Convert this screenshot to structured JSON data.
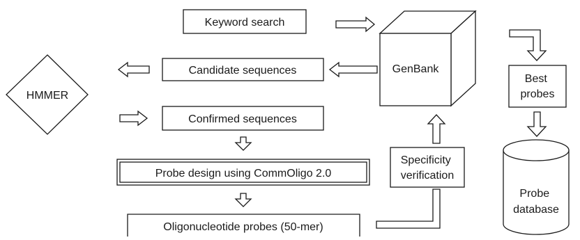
{
  "diagram": {
    "nodes": {
      "keyword_search": "Keyword search",
      "candidate_sequences": "Candidate sequences",
      "confirmed_sequences": "Confirmed sequences",
      "hmmer": "HMMER",
      "genbank": "GenBank",
      "best_probes": [
        "Best",
        "probes"
      ],
      "probe_design": "Probe design using CommOligo 2.0",
      "specificity_verification": [
        "Specificity",
        "verification"
      ],
      "oligonucleotide_probes": "Oligonucleotide probes (50-mer)",
      "probe_database": [
        "Probe",
        "database"
      ]
    },
    "colors": {
      "stroke": "#1a1a1a",
      "fill": "#ffffff",
      "text": "#1a1a1a"
    }
  }
}
